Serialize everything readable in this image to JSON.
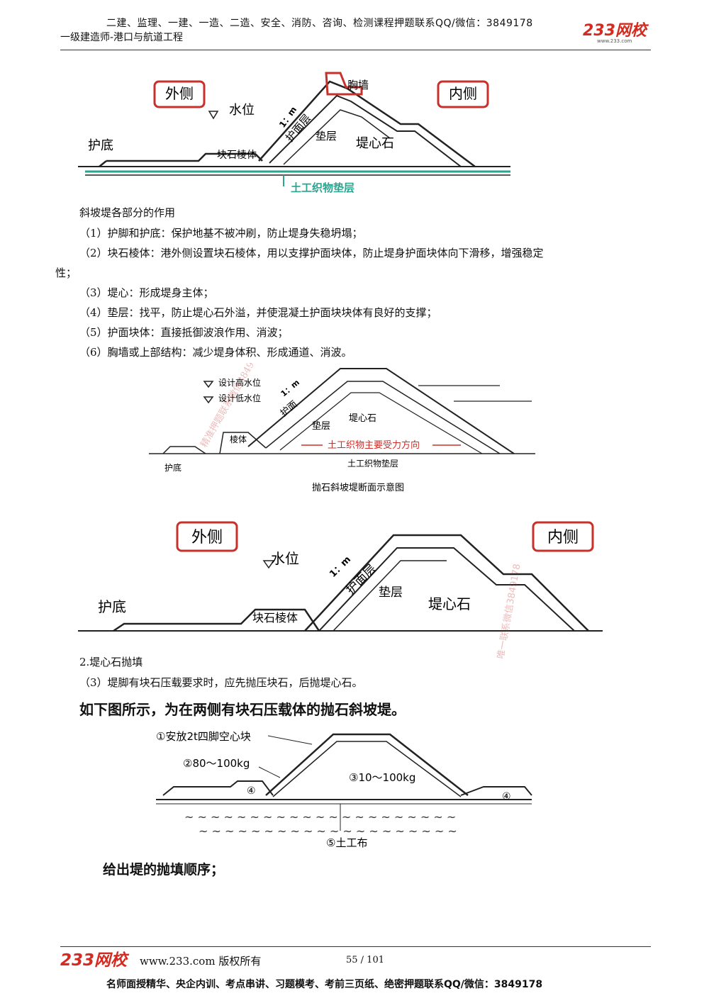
{
  "header": {
    "top_line": "二建、监理、一建、一造、二造、安全、消防、咨询、检测课程押题联系QQ/微信：3849178",
    "subtitle": "一级建造师-港口与航道工程",
    "logo_text": "233网校",
    "logo_url": "www.233.com"
  },
  "figure1": {
    "outer": "外侧",
    "inner": "内侧",
    "parapet": "胸墙",
    "water": "水位",
    "slope": "1：m",
    "armor": "护面层",
    "cushion": "垫层",
    "core": "堤心石",
    "toe": "护底",
    "prism": "块石棱体",
    "geotextile": "土工织物垫层"
  },
  "section1": {
    "title": "斜坡堤各部分的作用",
    "items": [
      "（1）护脚和护底：保护地基不被冲刷，防止堤身失稳坍塌；",
      "（2）块石棱体：港外侧设置块石棱体，用以支撑护面块体，防止堤身护面块体向下滑移，增强稳定",
      "性；",
      "（3）堤心：形成堤身主体；",
      "（4）垫层：找平，防止堤心石外溢，并使混凝土护面块块体有良好的支撑；",
      "（5）护面块体：直接抵御波浪作用、消波；",
      "（6）胸墙或上部结构：减少堤身体积、形成通道、消波。"
    ]
  },
  "figure2": {
    "high_water": "设计高水位",
    "low_water": "设计低水位",
    "slope": "1：m",
    "armor": "护面",
    "cushion": "垫层",
    "core": "堤心石",
    "prism": "棱体",
    "toe": "护底",
    "force": "土工织物主要受力方向",
    "geotextile": "土工织物垫层",
    "caption": "抛石斜坡堤断面示意图",
    "watermark": "精准押题联系微信3849178"
  },
  "figure3": {
    "outer": "外侧",
    "inner": "内侧",
    "water": "水位",
    "slope": "1：m",
    "armor": "护面层",
    "cushion": "垫层",
    "core": "堤心石",
    "toe": "护底",
    "prism": "块石棱体",
    "watermark": "唯一联系微信3849178"
  },
  "section2": {
    "title": "2.堤心石抛填",
    "item": "（3）堤脚有块石压载要求时，应先抛压块石，后抛堤心石。",
    "bold_line": "如下图所示，为在两侧有块石压载体的抛石斜坡堤。"
  },
  "figure4": {
    "l1": "①安放2t四脚空心块",
    "l2": "②80～100kg",
    "l3": "③10～100kg",
    "l4": "④",
    "l5": "④",
    "l6": "⑤土工布"
  },
  "question": "给出堤的抛填顺序；",
  "footer": {
    "logo": "233网校",
    "copyright": "www.233.com 版权所有",
    "page": "55 / 101",
    "bottom": "名师面授精华、央企内训、考点串讲、习题模考、考前三页纸、绝密押题联系QQ/微信：3849178"
  },
  "colors": {
    "brand_red": "#d42a1f",
    "label_red": "#c8302a",
    "teal": "#2aa58f"
  }
}
